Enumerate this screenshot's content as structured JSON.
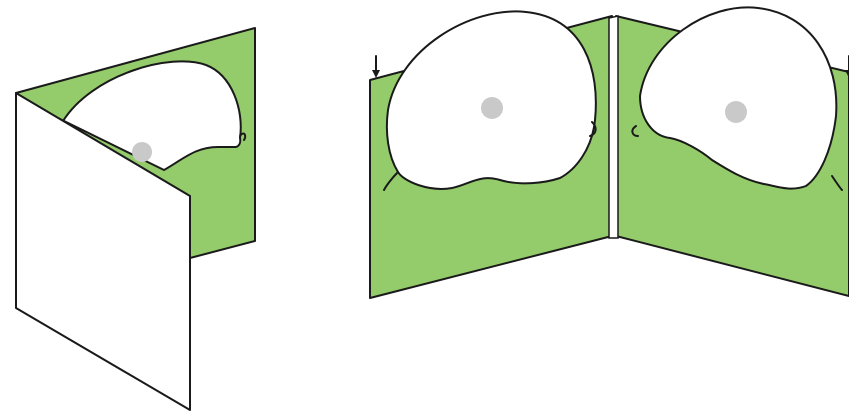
{
  "figure": {
    "colors": {
      "board": "#95cc6b",
      "panel": "#ffffff",
      "outline": "#1a1a1a",
      "disc_hub": "#c9c9c9",
      "disc_hub_center": "#eeeeee",
      "background": "#ffffff"
    },
    "panels": [
      {
        "name": "folded-digipak-sleeve",
        "state": "closed",
        "icons": [
          "white-cover-flap",
          "green-disc-pocket",
          "disc"
        ]
      },
      {
        "name": "open-digipak-sleeve",
        "state": "open",
        "icons": [
          "left-disc-pocket",
          "right-disc-pocket",
          "insert-arrow-icon",
          "insert-arrow-icon"
        ]
      }
    ],
    "disc_count": 3,
    "insert_arrow_count": 2
  }
}
